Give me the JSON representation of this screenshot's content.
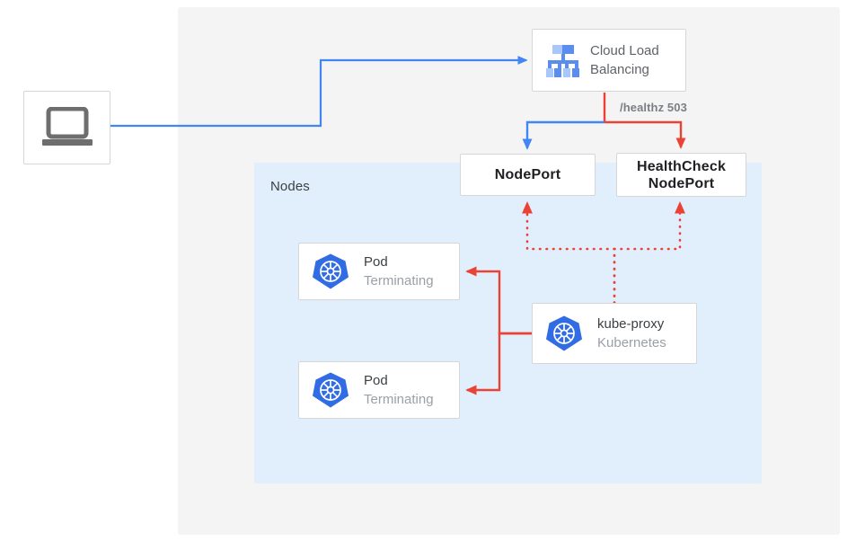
{
  "diagram": {
    "panel_label": "Nodes",
    "colors": {
      "blue_flow": "#4285f4",
      "red_flow": "#ea4335",
      "panel_bg": "#f4f4f4",
      "nodes_bg": "#e1effc",
      "k8s_blue": "#326ce5",
      "laptop_gray": "#6e6e6e",
      "card_border": "#d6d6d6",
      "text_primary": "#3c4043",
      "text_secondary": "#9aa0a6"
    },
    "nodes": {
      "client": {
        "icon": "laptop-icon",
        "label": ""
      },
      "cloud_load_balancing": {
        "icon": "cloud-load-balancing-icon",
        "title": "Cloud Load",
        "title_line2": "Balancing"
      },
      "nodeport": {
        "label": "NodePort"
      },
      "healthcheck_nodeport": {
        "label_line1": "HealthCheck",
        "label_line2": "NodePort"
      },
      "pod_1": {
        "icon": "kubernetes-icon",
        "title": "Pod",
        "subtitle": "Terminating"
      },
      "pod_2": {
        "icon": "kubernetes-icon",
        "title": "Pod",
        "subtitle": "Terminating"
      },
      "kube_proxy": {
        "icon": "kubernetes-icon",
        "title": "kube-proxy",
        "subtitle": "Kubernetes"
      }
    },
    "edges": {
      "healthz": "/healthz 503"
    }
  }
}
